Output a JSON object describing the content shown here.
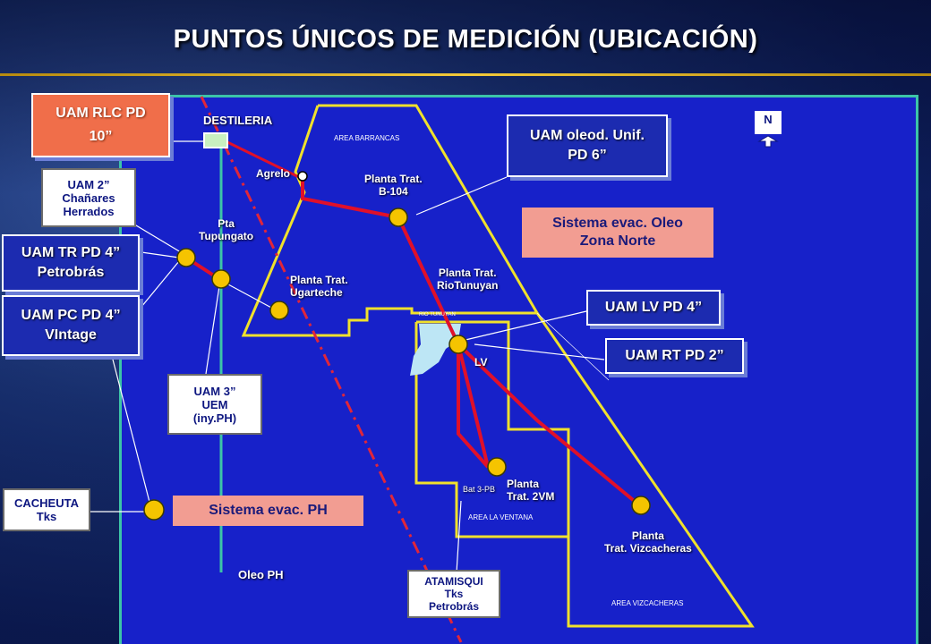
{
  "title": "PUNTOS ÚNICOS DE MEDICIÓN (UBICACIÓN)",
  "north_label": "N",
  "boxes": {
    "uam_rlc": [
      "UAM RLC PD",
      "10”"
    ],
    "uam_2": [
      "UAM 2”",
      "Chañares",
      "Herrados"
    ],
    "uam_tr": [
      "UAM TR PD 4”",
      "Petrobrás"
    ],
    "uam_pc": [
      "UAM PC PD 4”",
      "VIntage"
    ],
    "uam_3": [
      "UAM 3”",
      "UEM",
      "(iny.PH)"
    ],
    "cacheuta": [
      "CACHEUTA",
      "Tks"
    ],
    "sistema_ph": "Sistema evac. PH",
    "uam_oleod": [
      "UAM oleod. Unif.",
      "PD 6”"
    ],
    "sistema_oleo": [
      "Sistema evac. Oleo",
      "Zona Norte"
    ],
    "uam_lv": "UAM LV PD 4”",
    "uam_rt": "UAM RT PD 2”",
    "atamisqui": [
      "ATAMISQUI",
      "Tks",
      "Petrobrás"
    ]
  },
  "labels": {
    "destileria": "DESTILERIA",
    "agrelo": "Agrelo",
    "pta_tupungato": [
      "Pta",
      "Tupungato"
    ],
    "planta_b104": [
      "Planta Trat.",
      "B-104"
    ],
    "planta_ugarteche": [
      "Planta Trat.",
      "Ugarteche"
    ],
    "planta_riotunuyan": [
      "Planta Trat.",
      "RioTunuyan"
    ],
    "lv": "LV",
    "planta_2vm": [
      "Planta",
      "Trat. 2VM"
    ],
    "bat3pb": "Bat 3-PB",
    "planta_vizcacheras": [
      "Planta",
      "Trat. Vizcacheras"
    ],
    "oleo_ph": "Oleo PH",
    "area_barrancas": "AREA BARRANCAS",
    "rio_tunuyan": "RIO TUNUYAN",
    "area_ventana": "AREA LA VENTANA",
    "area_vizcacheras": "AREA VIZCACHERAS"
  },
  "colors": {
    "map_fill": "#1721c9",
    "map_border": "#3cc4a8",
    "pipeline": "#e0102a",
    "area_boundary": "#f0e12c",
    "station": "#f5c400",
    "oleo_ph_line": "#3cc4a8"
  }
}
